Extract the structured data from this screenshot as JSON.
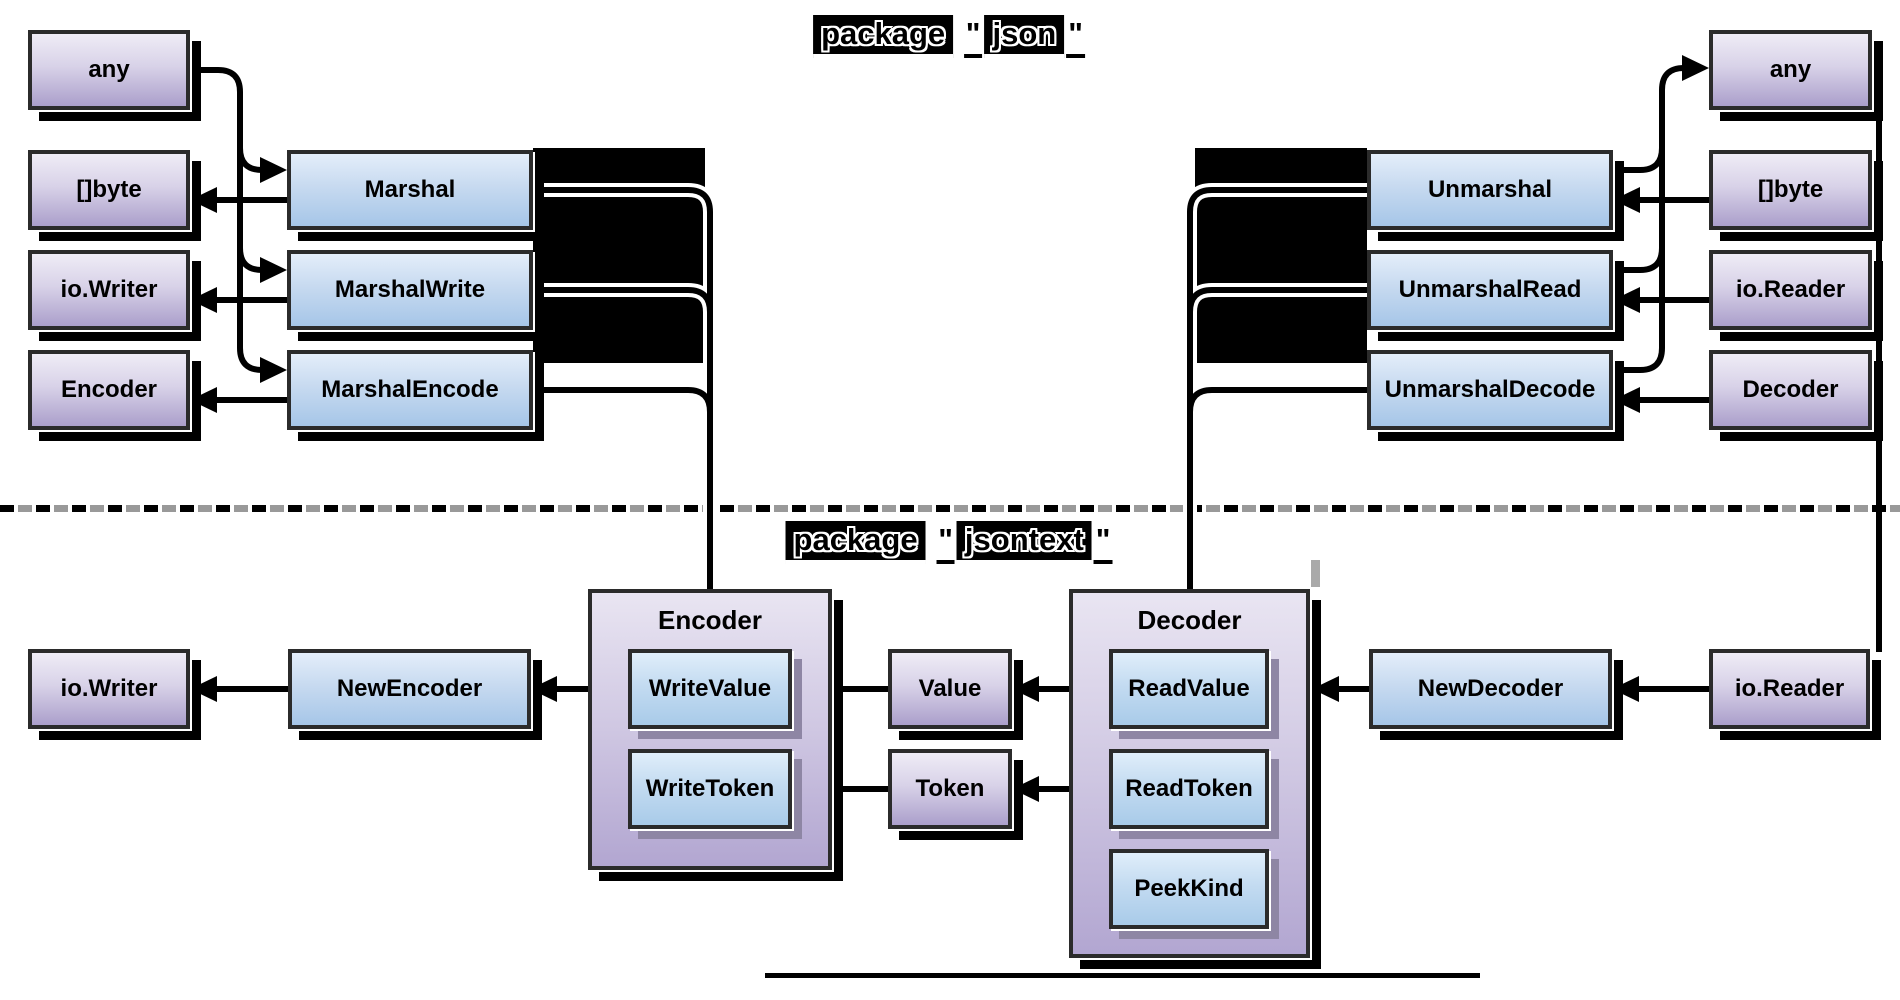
{
  "titles": {
    "json": {
      "word": "package",
      "open_quote": "\"",
      "name": "json",
      "close_quote": "\""
    },
    "jsontext": {
      "word": "package",
      "open_quote": "\"",
      "name": "jsontext",
      "close_quote": "\""
    }
  },
  "json_package": {
    "left_sources": [
      "any",
      "[]byte",
      "io.Writer",
      "Encoder"
    ],
    "left_functions": [
      "Marshal",
      "MarshalWrite",
      "MarshalEncode"
    ],
    "right_functions": [
      "Unmarshal",
      "UnmarshalRead",
      "UnmarshalDecode"
    ],
    "right_sources": [
      "any",
      "[]byte",
      "io.Reader",
      "Decoder"
    ]
  },
  "jsontext_package": {
    "io_writer": "io.Writer",
    "new_encoder": "NewEncoder",
    "encoder": {
      "title": "Encoder",
      "methods": [
        "WriteValue",
        "WriteToken"
      ]
    },
    "value": "Value",
    "token": "Token",
    "decoder": {
      "title": "Decoder",
      "methods": [
        "ReadValue",
        "ReadToken",
        "PeekKind"
      ]
    },
    "new_decoder": "NewDecoder",
    "io_reader": "io.Reader"
  },
  "colors": {
    "purple_box_top": "#efecf6",
    "purple_box_bottom": "#ab9fcb",
    "blue_box_top": "#e4eefa",
    "blue_box_bottom": "#a6c6e8",
    "container_top": "#e9e5f2",
    "container_bottom": "#b2a6d1",
    "border": "#2b2b2b",
    "shadow_black": "#000000",
    "inner_shadow_gray": "#8e86a4",
    "divider_gray": "#999999",
    "redaction_black": "#000000",
    "background": "#ffffff",
    "text": "#000000"
  }
}
